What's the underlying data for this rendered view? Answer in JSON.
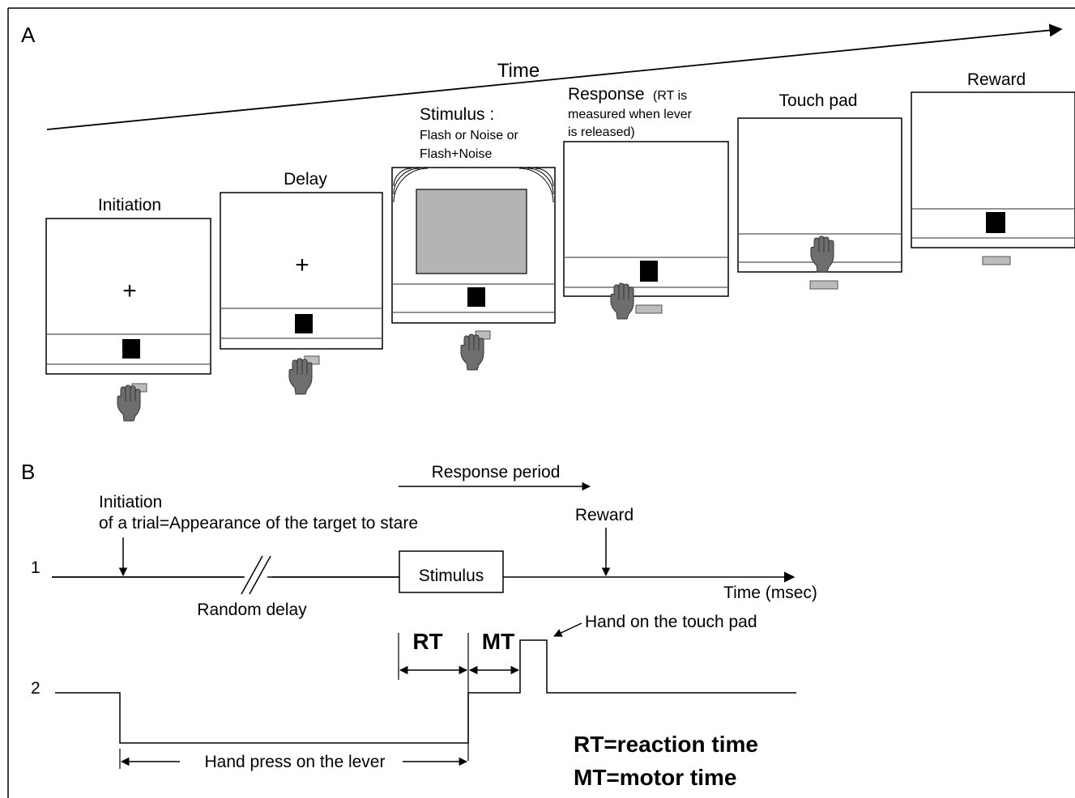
{
  "panel_a": {
    "letter": "A",
    "time_label": "Time",
    "stages": [
      {
        "title": "Initiation",
        "fixation": "+"
      },
      {
        "title": "Delay",
        "fixation": "+"
      },
      {
        "title_line1": "Stimulus :",
        "title_line2": "Flash or Noise or",
        "title_line3": "Flash+Noise"
      },
      {
        "title_main": "Response",
        "title_paren": "(RT is",
        "title_line2": "measured when lever",
        "title_line3": "is released)"
      },
      {
        "title": "Touch pad"
      },
      {
        "title": "Reward"
      }
    ]
  },
  "panel_b": {
    "letter": "B",
    "response_period": "Response period",
    "initiation_line1": "Initiation",
    "initiation_line2": "of a trial=Appearance  of the target to stare",
    "reward": "Reward",
    "row1_label": "1",
    "row2_label": "2",
    "stimulus": "Stimulus",
    "time_axis": "Time (msec)",
    "random_delay": "Random delay",
    "hand_touch_pad": "Hand on the touch pad",
    "rt": "RT",
    "mt": "MT",
    "hand_press": "Hand  press on the lever",
    "legend_rt": "RT=reaction time",
    "legend_mt": "MT=motor time"
  },
  "colors": {
    "stroke": "#000000",
    "screen_gray": "#b4b4b4",
    "hand_gray": "#6e6e6e",
    "lever_gray": "#bcbcbc"
  }
}
